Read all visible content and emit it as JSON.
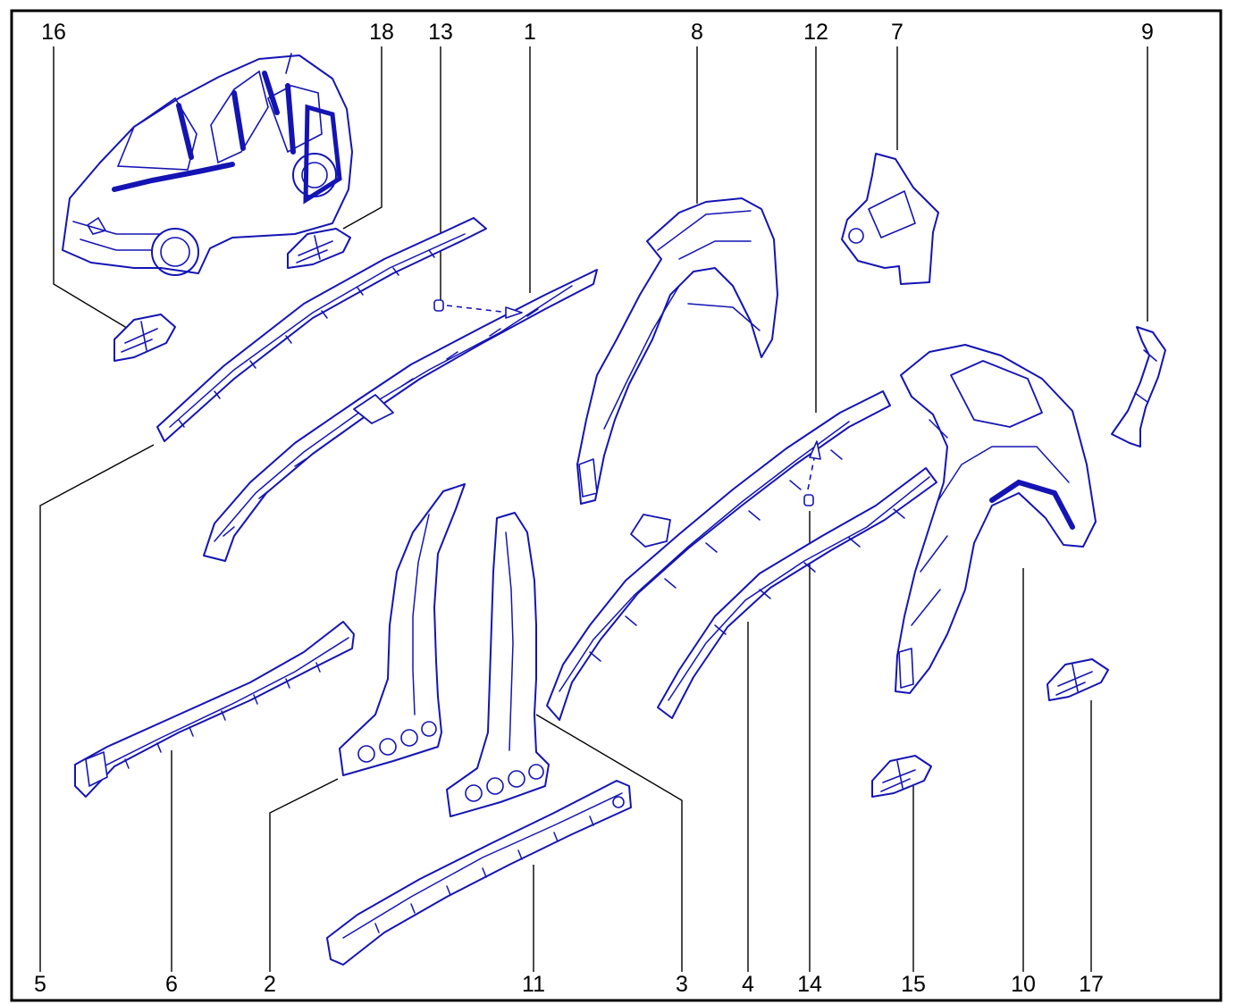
{
  "colors": {
    "line_art": "#1414b4",
    "frame": "#000000",
    "labels": "#000000",
    "background": "#ffffff"
  },
  "callouts": {
    "top": [
      {
        "id": "c16",
        "label": "16"
      },
      {
        "id": "c18",
        "label": "18"
      },
      {
        "id": "c13",
        "label": "13"
      },
      {
        "id": "c1",
        "label": "1"
      },
      {
        "id": "c8",
        "label": "8"
      },
      {
        "id": "c12",
        "label": "12"
      },
      {
        "id": "c7",
        "label": "7"
      },
      {
        "id": "c9",
        "label": "9"
      }
    ],
    "bottom": [
      {
        "id": "c5",
        "label": "5"
      },
      {
        "id": "c6",
        "label": "6"
      },
      {
        "id": "c2",
        "label": "2"
      },
      {
        "id": "c11",
        "label": "11"
      },
      {
        "id": "c3",
        "label": "3"
      },
      {
        "id": "c4",
        "label": "4"
      },
      {
        "id": "c14",
        "label": "14"
      },
      {
        "id": "c15",
        "label": "15"
      },
      {
        "id": "c10",
        "label": "10"
      },
      {
        "id": "c17",
        "label": "17"
      }
    ]
  }
}
